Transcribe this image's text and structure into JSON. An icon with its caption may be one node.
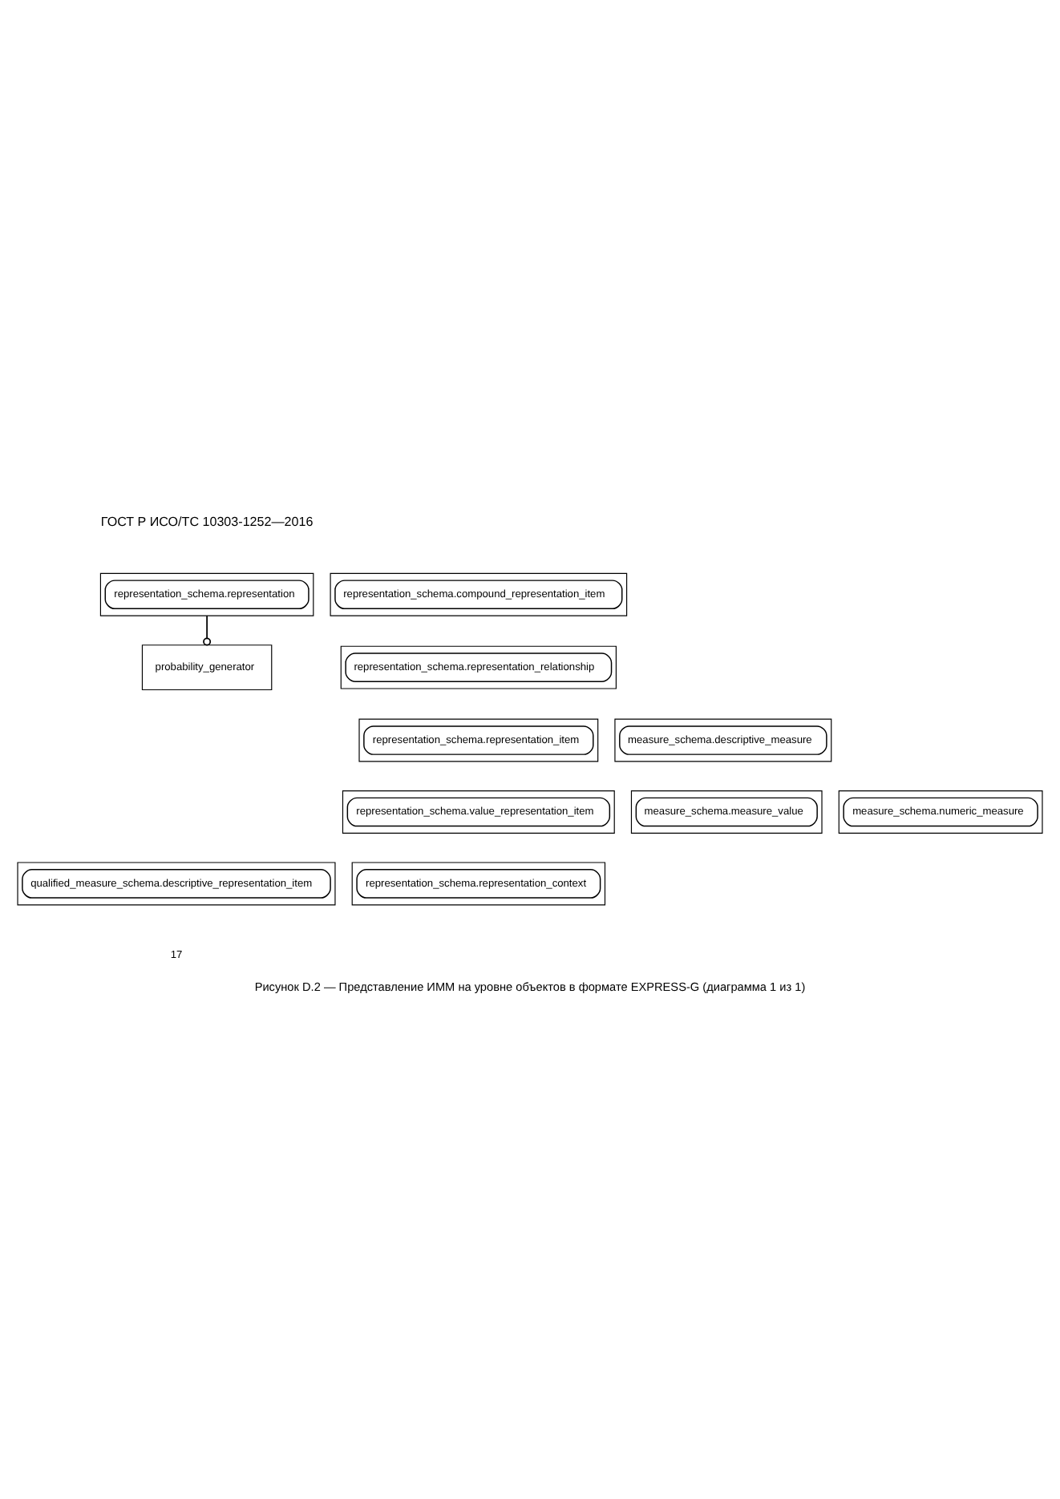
{
  "diagram": {
    "caption": "Рисунок D.2 — Представление ИММ на уровне объектов в формате EXPRESS-G (диаграмма 1 из 1)",
    "nodes": [
      {
        "text": [
          "representation_schema.compound_representation_item"
        ]
      },
      {
        "text": [
          "representation_schema.representation"
        ]
      },
      {
        "text": [
          "representation_schema.representation_relationship"
        ]
      },
      {
        "text": [
          "probability_generator"
        ]
      },
      {
        "text": [
          "representation_schema.representation_item"
        ]
      },
      {
        "text": [
          "measure_schema.descriptive_measure"
        ]
      },
      {
        "text": [
          "representation_schema.value_representation_item"
        ]
      },
      {
        "text": [
          "measure_schema.measure_value"
        ]
      },
      {
        "text": [
          "measure_schema.numeric_measure"
        ]
      },
      {
        "text": [
          "representation_schema.representation_context"
        ]
      },
      {
        "text": [
          "qualified_measure_schema.descriptive_representation_item"
        ]
      }
    ],
    "edges": [
      {
        "from": 1,
        "to": 3,
        "arrow": "other"
      }
    ],
    "labels": [
      "ГОСТ Р ИСО/ТС 10303-1252—2016",
      "17"
    ]
  }
}
